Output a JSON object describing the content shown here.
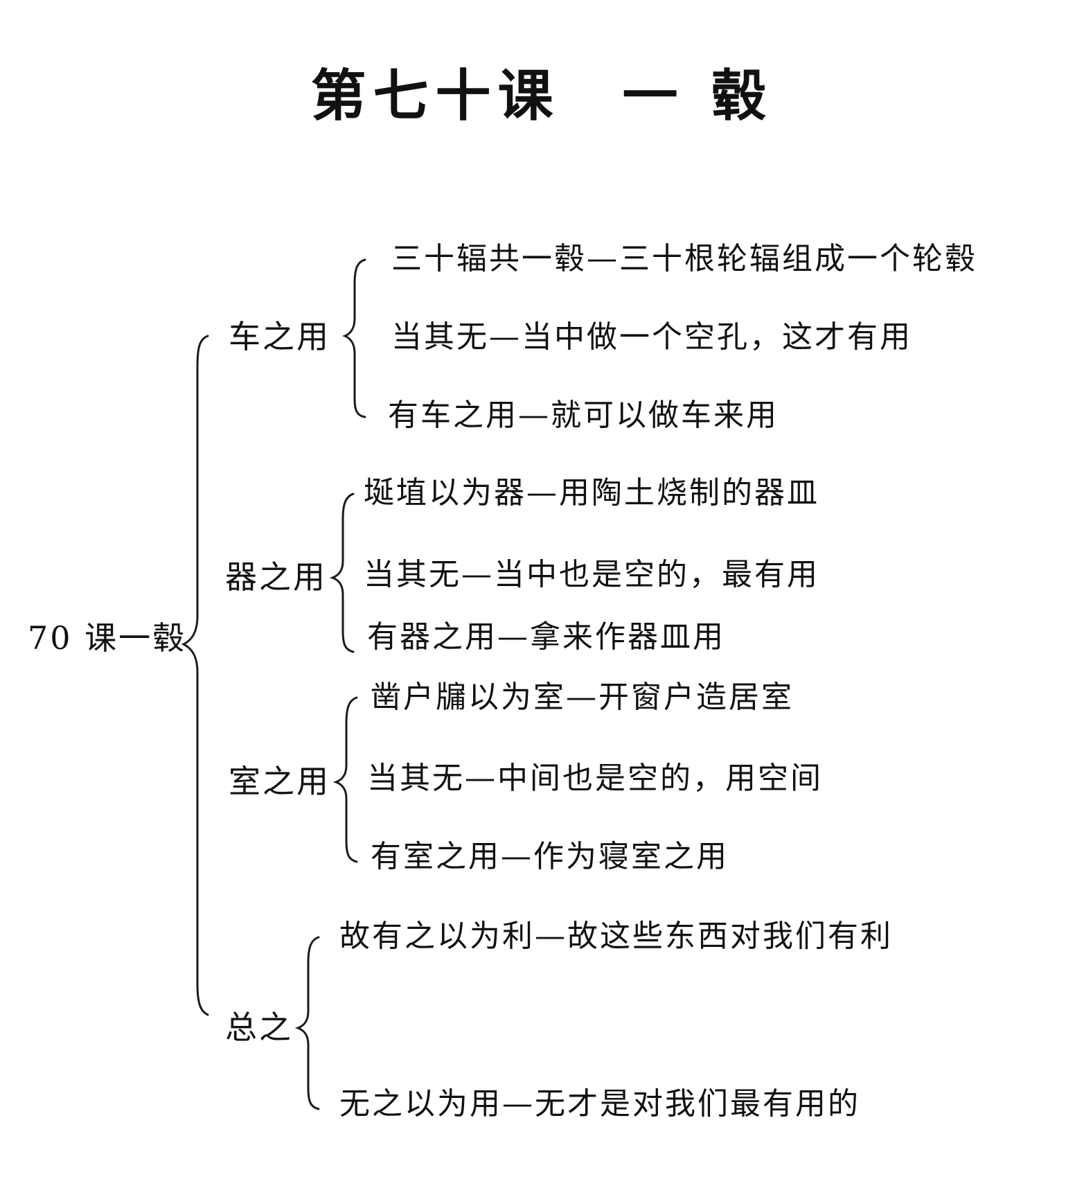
{
  "title": "第七十课　一 毂",
  "root": "70 课一毂",
  "branches": [
    {
      "label": "车之用",
      "items": [
        "三十辐共一毂—三十根轮辐组成一个轮毂",
        "当其无—当中做一个空孔，这才有用",
        "有车之用—就可以做车来用"
      ]
    },
    {
      "label": "器之用",
      "items": [
        "埏埴以为器—用陶土烧制的器皿",
        "当其无—当中也是空的，最有用",
        "有器之用—拿来作器皿用"
      ]
    },
    {
      "label": "室之用",
      "items": [
        "凿户牖以为室—开窗户造居室",
        "当其无—中间也是空的，用空间",
        "有室之用—作为寝室之用"
      ]
    },
    {
      "label": "总之",
      "items": [
        "故有之以为利—故这些东西对我们有利",
        "无之以为用—无才是对我们最有用的"
      ]
    }
  ]
}
